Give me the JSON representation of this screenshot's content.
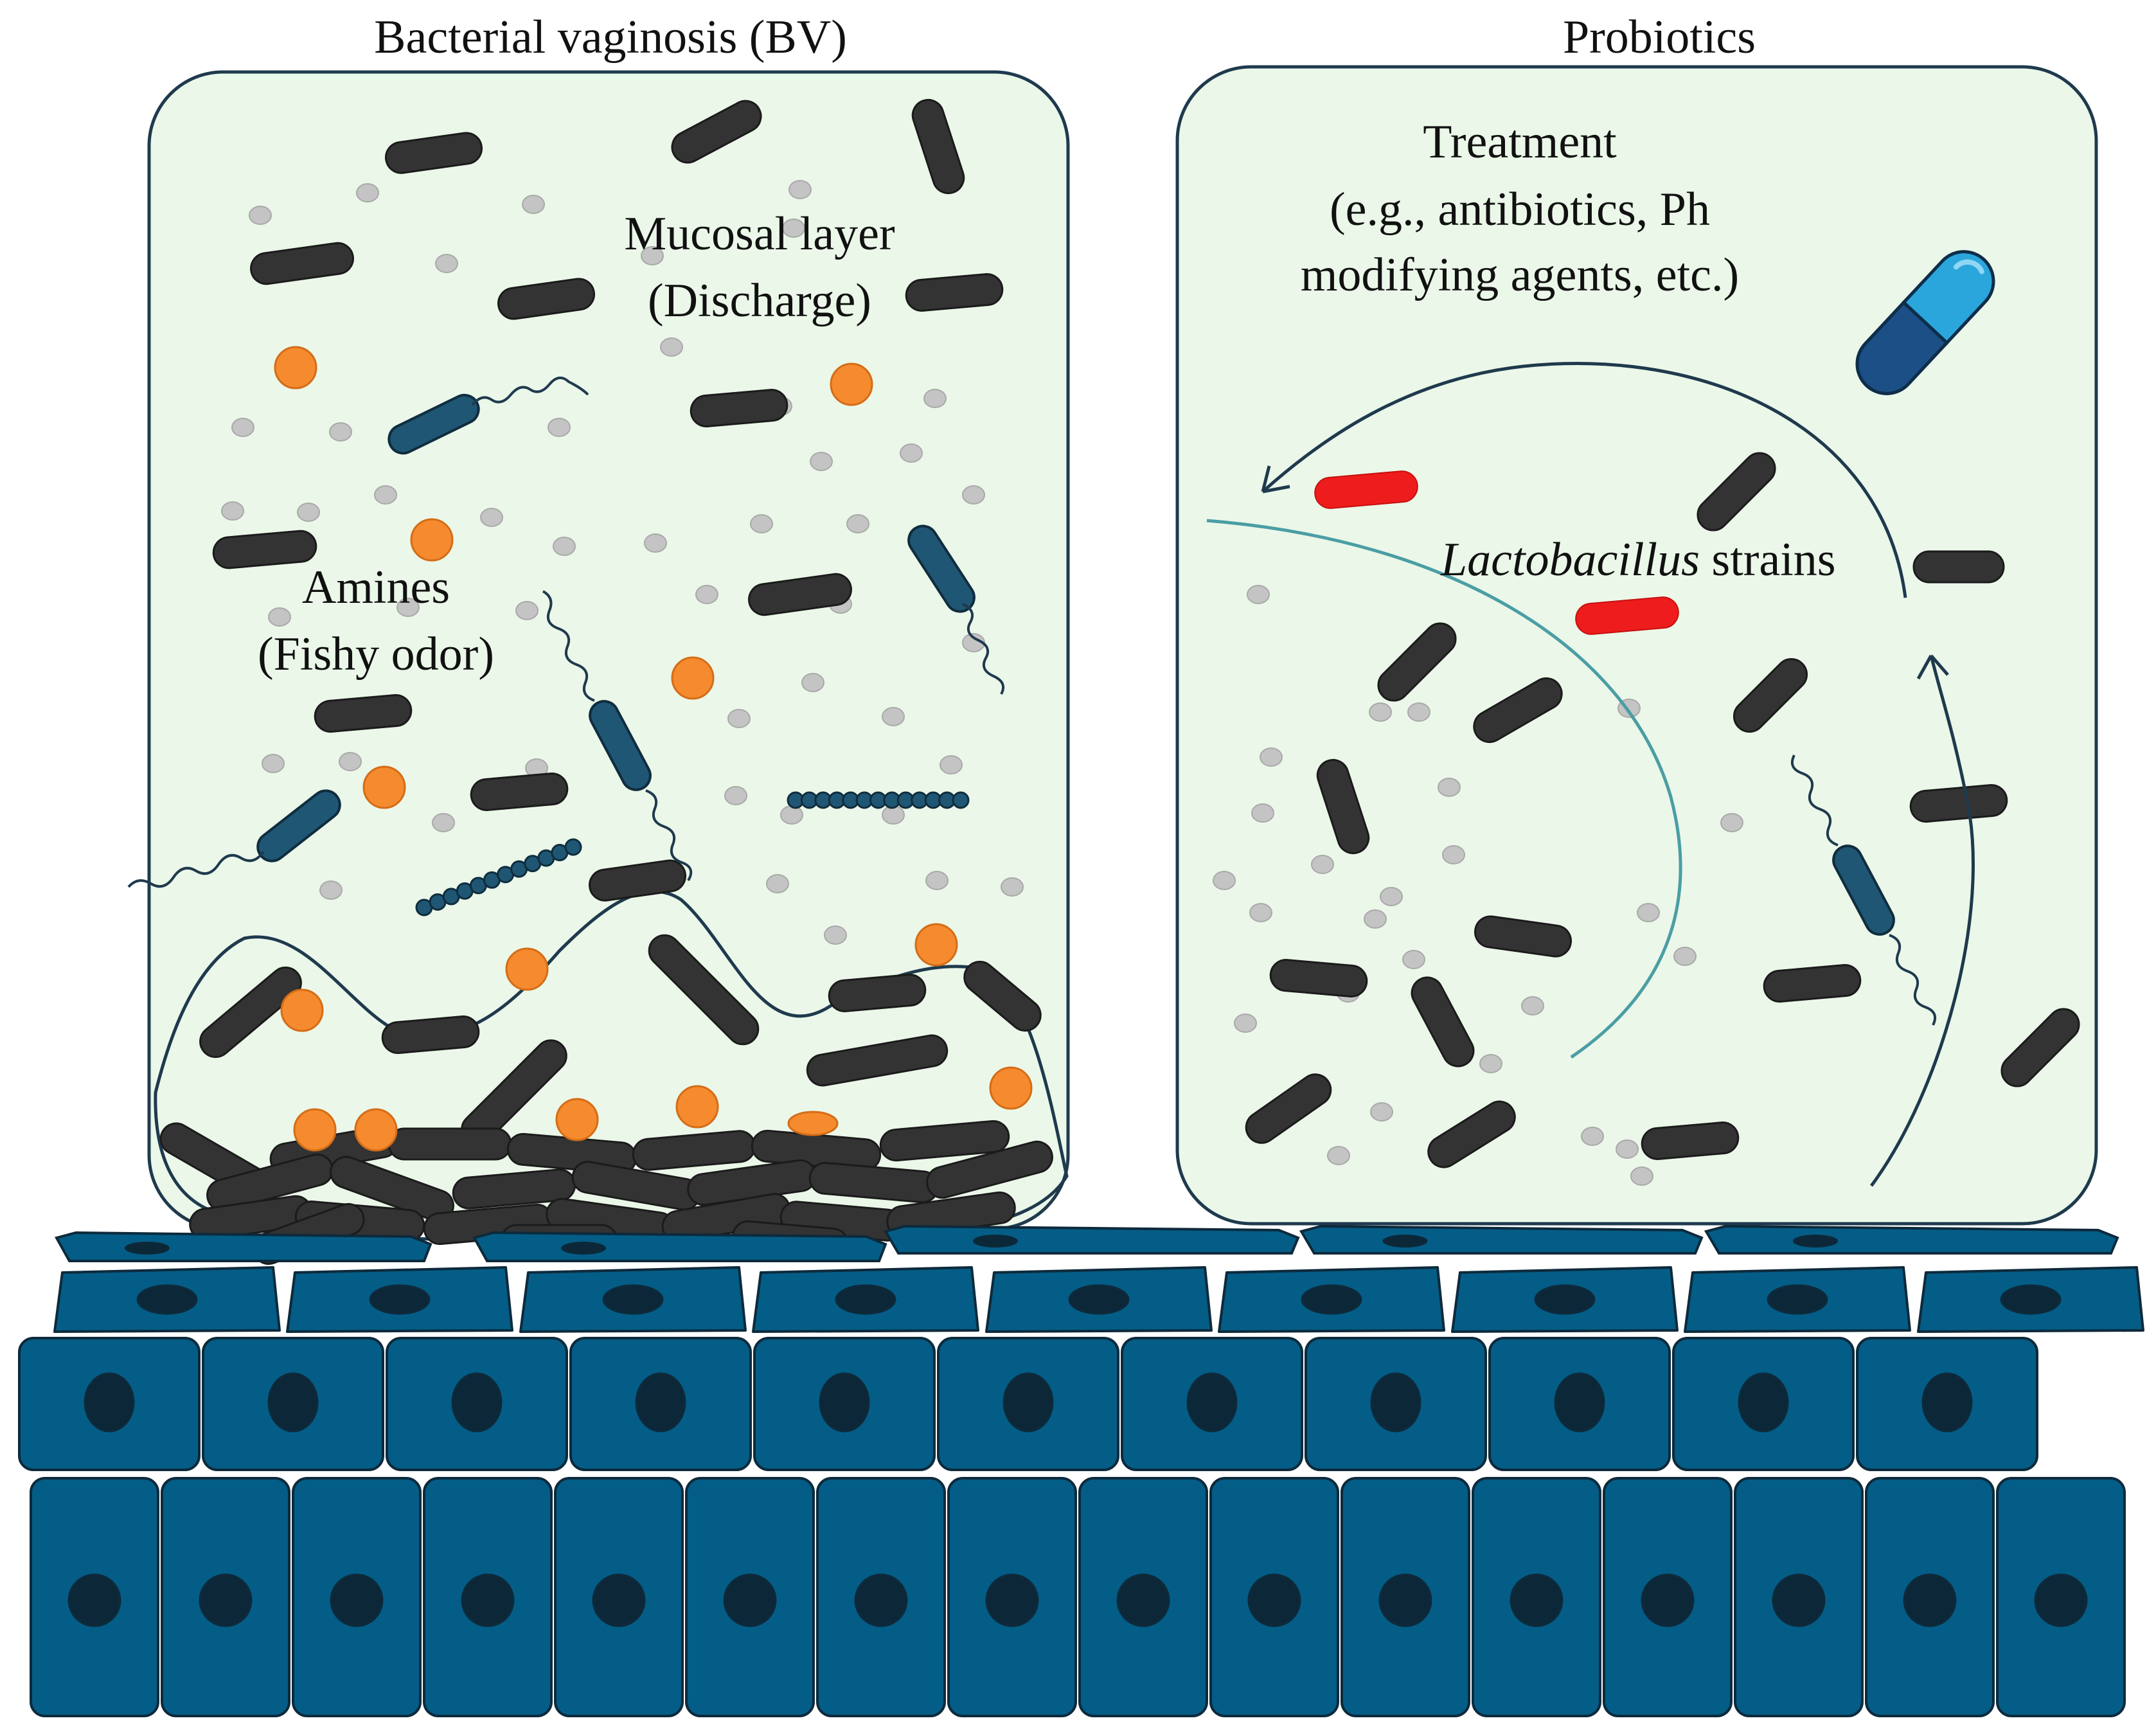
{
  "titles": {
    "left": "Bacterial vaginosis (BV)",
    "right": "Probiotics"
  },
  "labels": {
    "mucosal_line1": "Mucosal layer",
    "mucosal_line2": "(Discharge)",
    "amines_line1": "Amines",
    "amines_line2": "(Fishy odor)",
    "treatment_line1": "Treatment",
    "treatment_line2": "(e.g., antibiotics, Ph",
    "treatment_line3": "modifying agents, etc.)",
    "lacto_italic": "Lactobacillus",
    "lacto_rest": " strains"
  },
  "colors": {
    "panel_fill": "#ebf7e9",
    "panel_stroke": "#1f3a4d",
    "rod": "#333333",
    "flagellated_rod": "#1f5673",
    "amine_dot": "#f58a2f",
    "mucus_dot": "#c4c4c4",
    "lactobacillus": "#ee1c1c",
    "curve_teal": "#4a9ea4",
    "epithelium": "#045d86",
    "epithelium_stroke": "#0d2a3c",
    "nucleus": "#0c2838",
    "capsule_light": "#2aa6dc",
    "capsule_dark": "#1b4f86"
  }
}
